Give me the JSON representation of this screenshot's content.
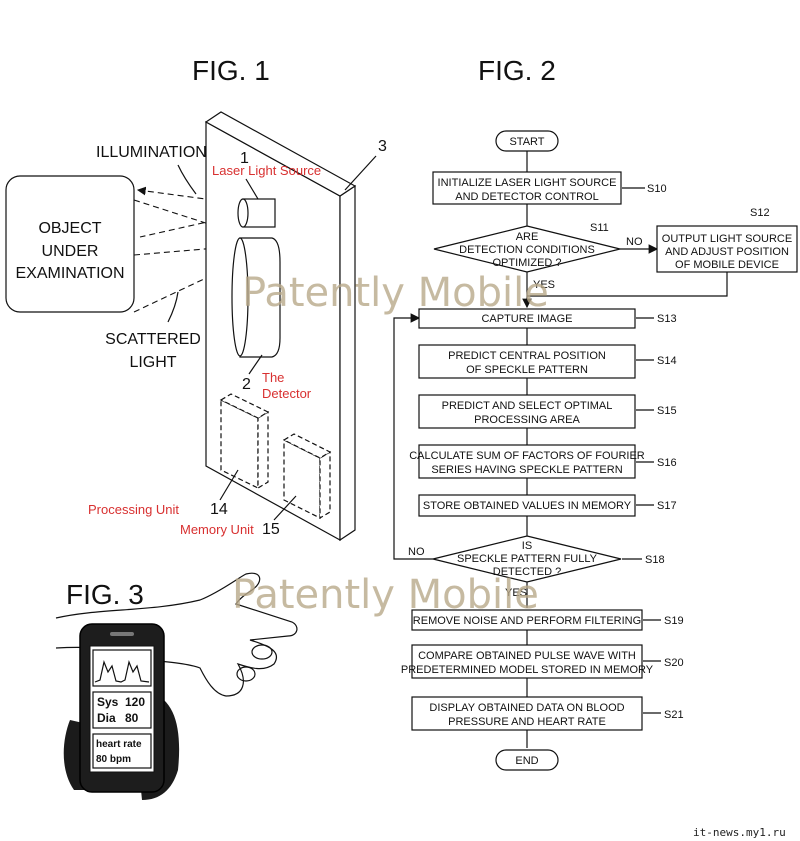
{
  "fig1": {
    "title": "FIG. 1",
    "illumination": "ILLUMINATION",
    "object_lines": [
      "OBJECT",
      "UNDER",
      "EXAMINATION"
    ],
    "scattered_lines": [
      "SCATTERED",
      "LIGHT"
    ],
    "ref_3": "3",
    "ref_1": "1",
    "ref_2": "2",
    "ref_14": "14",
    "ref_15": "15",
    "laser_label": "Laser Light Source",
    "detector_lines": [
      "The",
      "Detector"
    ],
    "processing_label": "Processing Unit",
    "memory_label": "Memory Unit"
  },
  "fig2": {
    "title": "FIG. 2",
    "start": "START",
    "end": "END",
    "yes": "YES",
    "no": "NO",
    "steps": {
      "s10": {
        "id": "S10",
        "lines": [
          "INITIALIZE LASER LIGHT SOURCE",
          "AND DETECTOR CONTROL"
        ]
      },
      "s11": {
        "id": "S11",
        "lines": [
          "ARE",
          "DETECTION CONDITIONS",
          "OPTIMIZED ?"
        ]
      },
      "s12": {
        "id": "S12",
        "lines": [
          "OUTPUT LIGHT SOURCE",
          "AND ADJUST POSITION",
          "OF MOBILE DEVICE"
        ]
      },
      "s13": {
        "id": "S13",
        "lines": [
          "CAPTURE IMAGE"
        ]
      },
      "s14": {
        "id": "S14",
        "lines": [
          "PREDICT CENTRAL POSITION",
          "OF SPECKLE PATTERN"
        ]
      },
      "s15": {
        "id": "S15",
        "lines": [
          "PREDICT AND SELECT OPTIMAL",
          "PROCESSING AREA"
        ]
      },
      "s16": {
        "id": "S16",
        "lines": [
          "CALCULATE SUM OF FACTORS OF FOURIER",
          "SERIES HAVING SPECKLE PATTERN"
        ]
      },
      "s17": {
        "id": "S17",
        "lines": [
          "STORE OBTAINED VALUES IN MEMORY"
        ]
      },
      "s18": {
        "id": "S18",
        "lines": [
          "IS",
          "SPECKLE PATTERN FULLY",
          "DETECTED ?"
        ]
      },
      "s19": {
        "id": "S19",
        "lines": [
          "REMOVE NOISE AND PERFORM FILTERING"
        ]
      },
      "s20": {
        "id": "S20",
        "lines": [
          "COMPARE OBTAINED PULSE WAVE WITH",
          "PREDETERMINED MODEL STORED IN MEMORY"
        ]
      },
      "s21": {
        "id": "S21",
        "lines": [
          "DISPLAY OBTAINED DATA ON BLOOD",
          "PRESSURE AND HEART RATE"
        ]
      }
    }
  },
  "fig3": {
    "title": "FIG. 3",
    "sys_label": "Sys",
    "sys_value": "120",
    "dia_label": "Dia",
    "dia_value": "80",
    "hr_label": "heart rate",
    "hr_value": "80 bpm"
  },
  "watermark": "Patently Mobile",
  "source": "it-news.my1.ru"
}
